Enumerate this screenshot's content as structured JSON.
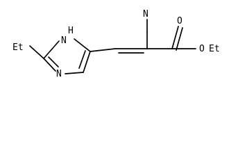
{
  "molecule": {
    "labels": {
      "n": "N",
      "nitrogen_amine": "N",
      "hydrogen": "H",
      "ethyl_left": "Et",
      "ethyl_right": "Et",
      "oxygen_carbonyl": "O",
      "oxygen_ester": "O"
    }
  }
}
